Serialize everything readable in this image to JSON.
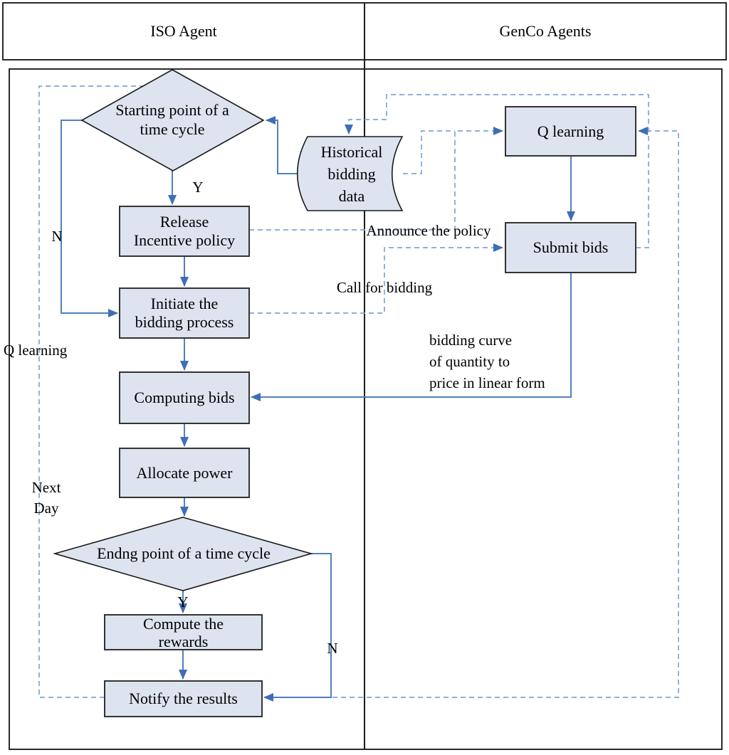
{
  "lanes": {
    "iso": "ISO Agent",
    "genco": "GenCo Agents"
  },
  "nodes": {
    "start": "Starting point of a\ntime cycle",
    "release": "Release\nIncentive policy",
    "initiate": "Initiate the\nbidding process",
    "computing": "Computing bids",
    "allocate": "Allocate power",
    "ending": "Endng point of a time cycle",
    "rewards": "Compute the\nrewards",
    "notify": "Notify the results",
    "historical": "Historical\nbidding\ndata",
    "qlearning": "Q learning",
    "submit": "Submit bids"
  },
  "labels": {
    "announce": "Announce the policy",
    "call": "Call for bidding",
    "curve": "bidding curve\nof quantity to\nprice in linear form",
    "qloop": "Q learning",
    "nextday": "Next\nDay",
    "y_start": "Y",
    "n_start": "N",
    "y_end": "Y",
    "n_end": "N"
  },
  "colors": {
    "node_fill": "#dde4f0",
    "node_border": "#333333",
    "solid_connector": "#4f81bd",
    "dashed_connector": "#7ea6d8",
    "arrowhead": "#3f6eb5",
    "text": "#000000"
  }
}
